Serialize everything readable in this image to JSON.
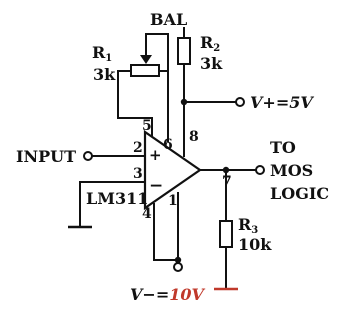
{
  "labels": {
    "bal": "BAL",
    "r1_name": "R",
    "r1_sub": "1",
    "r1_value": "3k",
    "r2_name": "R",
    "r2_sub": "2",
    "r2_value": "3k",
    "r3_name": "R",
    "r3_sub": "3",
    "r3_value": "10k",
    "vplus": "V+=5V",
    "vminus_prefix": "V−=",
    "vminus_value": "10V",
    "input": "INPUT",
    "to": "TO",
    "mos": "MOS",
    "logic": "LOGIC",
    "chip": "LM311",
    "plus_sign": "+",
    "minus_sign": "−"
  },
  "pins": {
    "p1": "1",
    "p2": "2",
    "p3": "3",
    "p4": "4",
    "p5": "5",
    "p6": "6",
    "p7": "7",
    "p8": "8"
  },
  "colors": {
    "vminus_value": "#c0392b",
    "ground_r3": "#c0392b"
  }
}
